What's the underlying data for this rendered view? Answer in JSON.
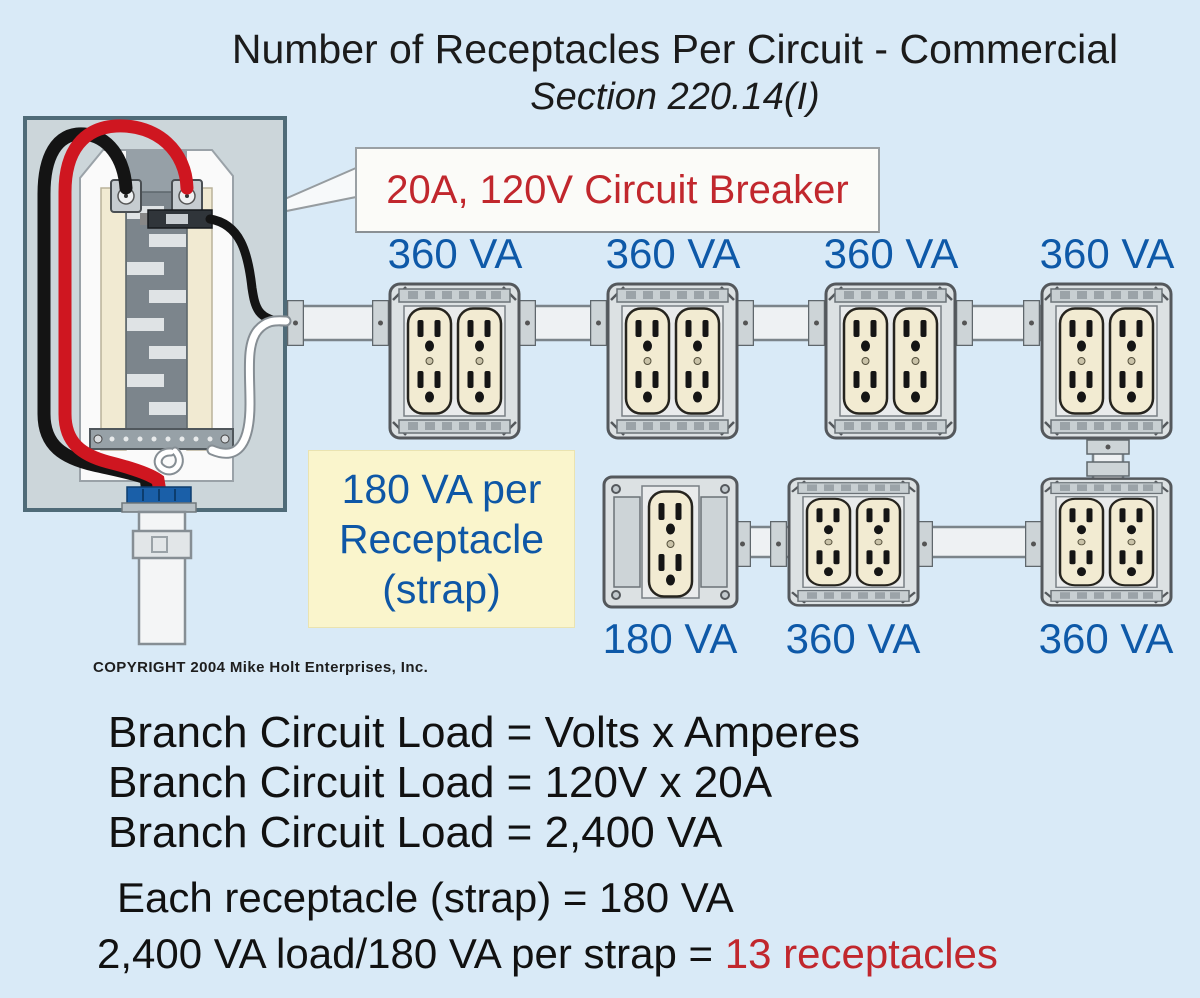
{
  "title": {
    "line1": "Number of Receptacles Per Circuit - Commercial",
    "line2": "Section 220.14(I)"
  },
  "callout": {
    "text": "20A, 120V Circuit Breaker"
  },
  "note_box": {
    "line1": "180 VA per",
    "line2": "Receptacle",
    "line3": "(strap)"
  },
  "outlets": {
    "top_row": [
      {
        "label": "360 VA",
        "receptacles": 2
      },
      {
        "label": "360 VA",
        "receptacles": 2
      },
      {
        "label": "360 VA",
        "receptacles": 2
      },
      {
        "label": "360 VA",
        "receptacles": 2
      }
    ],
    "bottom_row": [
      {
        "label": "180 VA",
        "receptacles": 1
      },
      {
        "label": "360 VA",
        "receptacles": 2
      },
      {
        "label": "360 VA",
        "receptacles": 2
      }
    ]
  },
  "copyright": "COPYRIGHT 2004  Mike Holt Enterprises, Inc.",
  "equations": [
    "Branch Circuit Load = Volts x Amperes",
    "Branch Circuit Load = 120V x 20A",
    "Branch Circuit Load = 2,400 VA"
  ],
  "summary": {
    "line1": "Each receptacle (strap) = 180 VA",
    "line2_black": "2,400 VA load/180 VA per strap  =  ",
    "line2_red": "13 receptacles"
  },
  "colors": {
    "background": "#d9eaf7",
    "label_blue": "#0e59a8",
    "callout_red": "#c1272d",
    "result_red": "#c1272d",
    "note_yellow": "#faf5cc",
    "wire_black": "#141414",
    "wire_red": "#cf1620",
    "fitting_blue": "#1a5fa8"
  }
}
